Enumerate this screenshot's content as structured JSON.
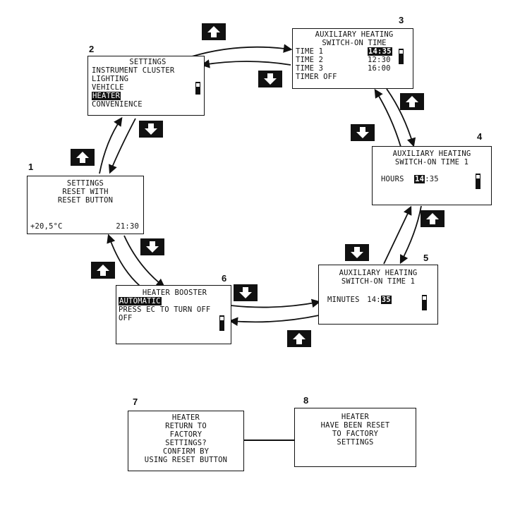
{
  "screens": {
    "s1": {
      "number": "1",
      "line1": "SETTINGS",
      "line2": "RESET WITH",
      "line3": "RESET BUTTON",
      "temp": "+20,5°C",
      "time": "21:30"
    },
    "s2": {
      "number": "2",
      "title": "SETTINGS",
      "items": [
        "INSTRUMENT CLUSTER",
        "LIGHTING",
        "VEHICLE",
        "HEATER",
        "CONVENIENCE"
      ]
    },
    "s3": {
      "number": "3",
      "title1": "AUXILIARY HEATING",
      "title2": "SWITCH-ON TIME",
      "rows": [
        {
          "label": "TIME 1",
          "value": "14:35"
        },
        {
          "label": "TIME 2",
          "value": "12:30"
        },
        {
          "label": "TIME 3",
          "value": "16:00"
        }
      ],
      "last": "TIMER OFF"
    },
    "s4": {
      "number": "4",
      "title1": "AUXILIARY HEATING",
      "title2": "SWITCH-ON TIME 1",
      "label": "HOURS",
      "hours": "14",
      "rest": ":35"
    },
    "s5": {
      "number": "5",
      "title1": "AUXILIARY HEATING",
      "title2": "SWITCH-ON TIME 1",
      "label": "MINUTES",
      "prefix": "14:",
      "minutes": "35"
    },
    "s6": {
      "number": "6",
      "title": "HEATER BOOSTER",
      "items": [
        "AUTOMATIC",
        "PRESS EC TO TURN OFF",
        "OFF"
      ]
    },
    "s7": {
      "number": "7",
      "lines": [
        "HEATER",
        "RETURN TO",
        "FACTORY",
        "SETTINGS?",
        "CONFIRM BY",
        "USING RESET BUTTON"
      ]
    },
    "s8": {
      "number": "8",
      "lines": [
        "HEATER",
        "HAVE BEEN RESET",
        "TO FACTORY",
        "SETTINGS"
      ]
    }
  },
  "icons": {
    "up": "up-arrow-button-icon",
    "down": "down-arrow-button-icon",
    "scroll": "scroll-bar-icon"
  }
}
